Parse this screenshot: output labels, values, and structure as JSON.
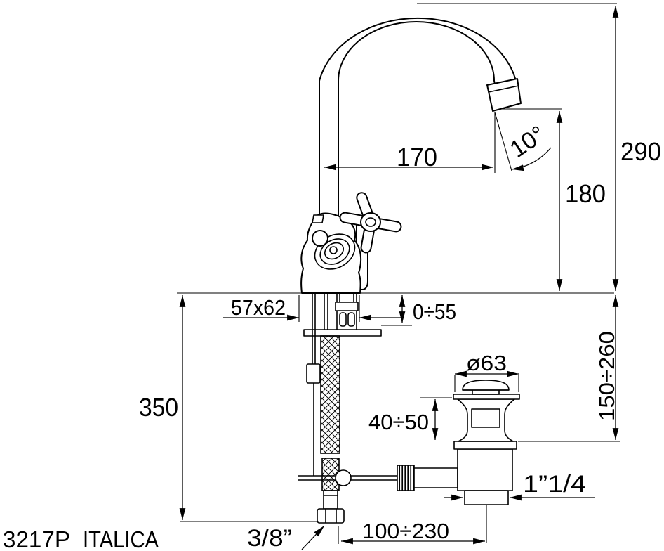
{
  "model": {
    "code": "3217P",
    "name": "ITALICA"
  },
  "dimensions": {
    "spout_reach": "170",
    "spray_angle": "10°",
    "total_height": "290",
    "outlet_height": "180",
    "base_size": "57x62",
    "deck_thickness_range": "0÷55",
    "hose_length": "350",
    "cap_diameter": "ø63",
    "drain_top_range": "40÷50",
    "drain_depth_range": "150÷260",
    "tailpiece_thread": "1”1/4",
    "drain_offset_range": "100÷230",
    "hose_thread": "3/8”"
  },
  "colors": {
    "line": "#000000",
    "background": "#ffffff"
  }
}
